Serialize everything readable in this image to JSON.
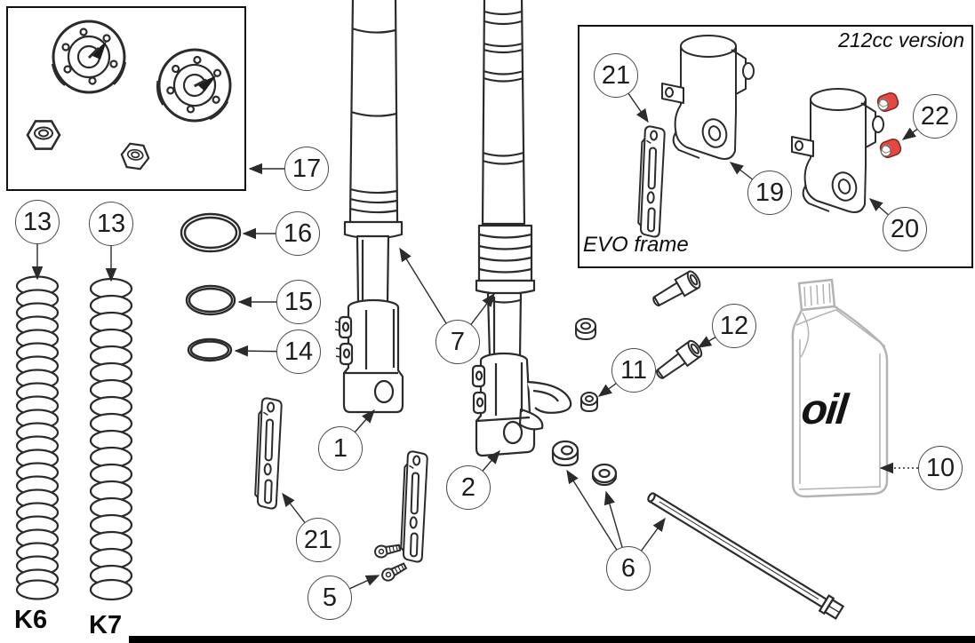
{
  "labels": {
    "spring_left": "K6",
    "spring_right": "K7",
    "oil_bottle": "oil",
    "inset_version": "212cc version",
    "inset_frame": "EVO frame"
  },
  "colors": {
    "line": "#2b2b2b",
    "highlight_red": "#e8473f",
    "bottle_outline": "#b3b3b3"
  },
  "callouts": [
    {
      "label": "1"
    },
    {
      "label": "2"
    },
    {
      "label": "5"
    },
    {
      "label": "6"
    },
    {
      "label": "7"
    },
    {
      "label": "10"
    },
    {
      "label": "11"
    },
    {
      "label": "12"
    },
    {
      "label": "13"
    },
    {
      "label": "13"
    },
    {
      "label": "14"
    },
    {
      "label": "15"
    },
    {
      "label": "16"
    },
    {
      "label": "17"
    },
    {
      "label": "19"
    },
    {
      "label": "20"
    },
    {
      "label": "21"
    },
    {
      "label": "21"
    },
    {
      "label": "22"
    }
  ]
}
